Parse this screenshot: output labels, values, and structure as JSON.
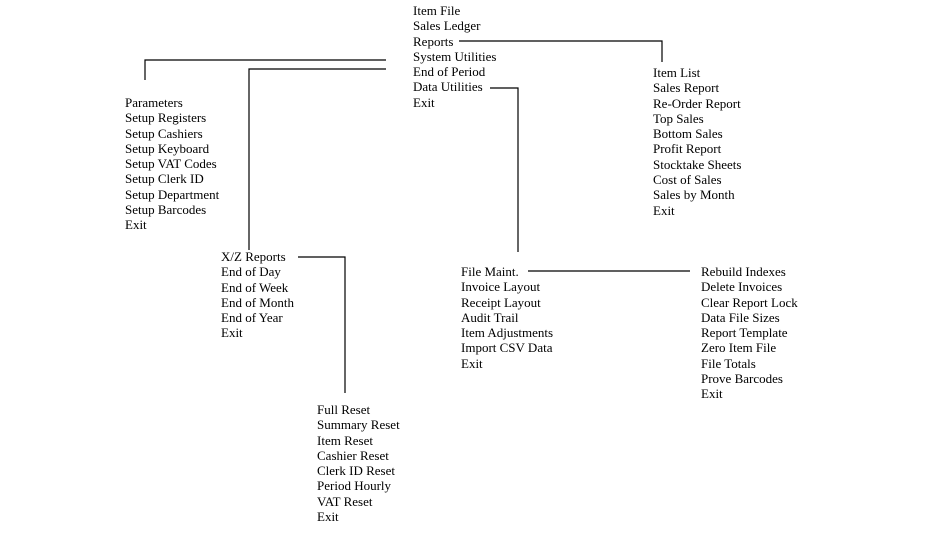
{
  "main_menu": {
    "items": [
      "Item File",
      "Sales Ledger",
      "Reports",
      "System Utilities",
      "End of Period",
      "Data Utilities",
      "Exit"
    ]
  },
  "reports_menu": {
    "items": [
      "Item List",
      "Sales Report",
      "Re-Order Report",
      "Top Sales",
      "Bottom Sales",
      "Profit Report",
      "Stocktake Sheets",
      "Cost of Sales",
      "Sales by Month",
      "Exit"
    ]
  },
  "system_utilities_menu": {
    "items": [
      "Parameters",
      "Setup Registers",
      "Setup Cashiers",
      "Setup Keyboard",
      "Setup VAT Codes",
      "Setup Clerk ID",
      "Setup Department",
      "Setup Barcodes",
      "Exit"
    ]
  },
  "end_of_period_menu": {
    "items": [
      "X/Z Reports",
      "End of Day",
      "End of Week",
      "End of Month",
      "End of Year",
      "Exit"
    ]
  },
  "xz_reports_menu": {
    "items": [
      "Full Reset",
      "Summary Reset",
      "Item Reset",
      "Cashier Reset",
      "Clerk ID Reset",
      "Period Hourly",
      "VAT Reset",
      "Exit"
    ]
  },
  "data_utilities_menu": {
    "items": [
      "File Maint.",
      "Invoice Layout",
      "Receipt Layout",
      "Audit Trail",
      "Item Adjustments",
      "Import CSV Data",
      "Exit"
    ]
  },
  "file_maint_menu": {
    "items": [
      "Rebuild Indexes",
      "Delete Invoices",
      "Clear Report Lock",
      "Data File Sizes",
      "Report Template",
      "Zero Item File",
      "File Totals",
      "Prove Barcodes",
      "Exit"
    ]
  },
  "colors": {
    "text": "#000000",
    "line": "#000000",
    "background": "#ffffff"
  }
}
